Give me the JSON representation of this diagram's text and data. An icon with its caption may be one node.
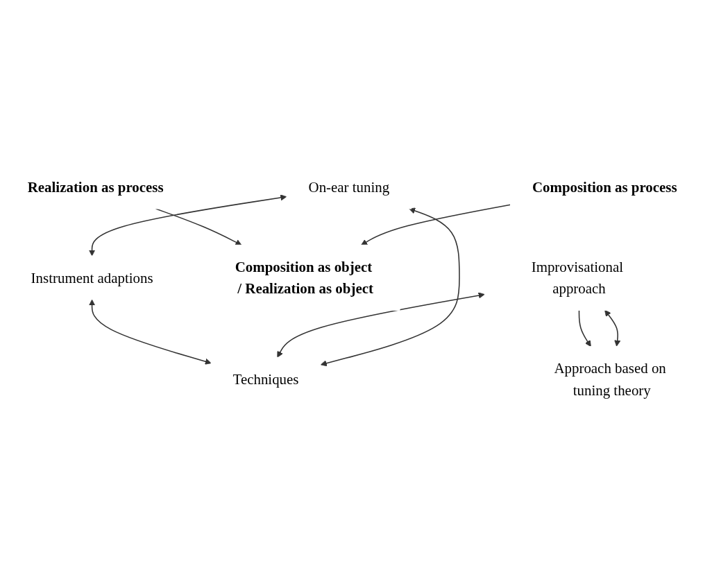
{
  "diagram": {
    "nodes": [
      {
        "text": [
          "On-ear tuning"
        ]
      },
      {
        "text": [
          "Techniques"
        ]
      },
      {
        "text": [
          "Realization as process"
        ]
      },
      {
        "text": [
          "Instrument adaptions"
        ]
      },
      {
        "text": [
          "Composition as object / Realization as object"
        ]
      },
      {
        "text": [
          "Composition as process"
        ]
      },
      {
        "text": [
          "Improvisational approach"
        ]
      },
      {
        "text": [
          "Approach based on tuning theory"
        ]
      }
    ],
    "edges": [
      {
        "from": 1,
        "to": 0,
        "arrow": "both"
      },
      {
        "from": 0,
        "to": 3,
        "arrow": "both"
      },
      {
        "from": 3,
        "to": 1,
        "arrow": "both"
      },
      {
        "from": 6,
        "to": 1,
        "arrow": "both"
      },
      {
        "from": 2,
        "to": 4,
        "arrow": "to"
      },
      {
        "from": 5,
        "to": 4,
        "arrow": "to"
      },
      {
        "from": 6,
        "to": 7,
        "arrow": "to"
      },
      {
        "from": 7,
        "to": 6,
        "arrow": "both"
      }
    ]
  }
}
